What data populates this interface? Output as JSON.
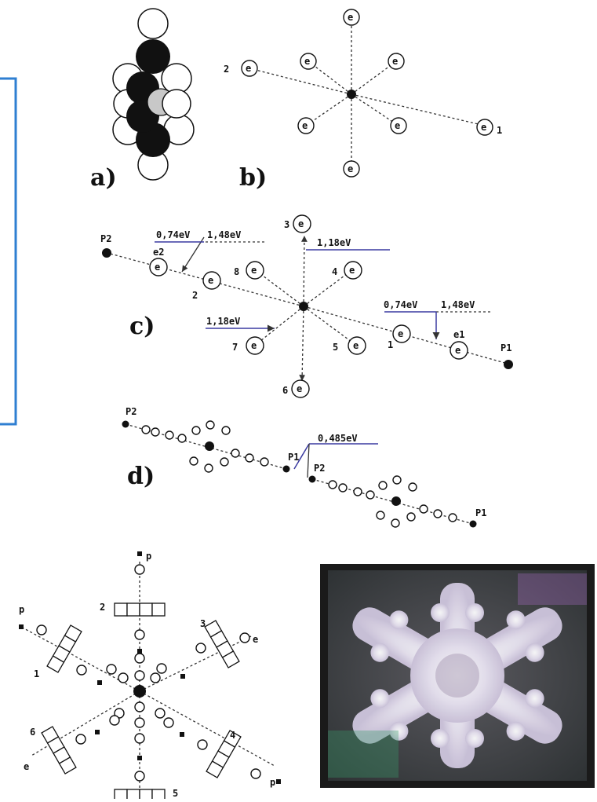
{
  "panels": {
    "a": {
      "label": "a)"
    },
    "b": {
      "label": "b)",
      "electron_symbol": "e",
      "numbers": [
        "1",
        "2"
      ]
    },
    "c": {
      "label": "c)",
      "electron_symbol": "e",
      "energy_left_1": "0,74eV",
      "energy_left_2": "1,48eV",
      "energy_top": "1,18eV",
      "energy_mid": "1,18eV",
      "energy_right_1": "0,74eV",
      "energy_right_2": "1,48eV",
      "proton_left": "P2",
      "proton_right": "P1",
      "e_left": "e2",
      "e_right": "e1",
      "numbers": [
        "1",
        "2",
        "3",
        "4",
        "5",
        "6",
        "7",
        "8"
      ]
    },
    "d": {
      "label": "d)",
      "energy": "0,485eV",
      "protons": [
        "P2",
        "P1",
        "P2",
        "P1"
      ]
    },
    "e": {
      "arm_numbers": [
        "1",
        "2",
        "3",
        "4",
        "5",
        "6"
      ],
      "proton_symbol": "p",
      "electron_symbol": "e"
    },
    "photo": {
      "subject": "snowflake-photograph"
    }
  },
  "colors": {
    "frame_blue": "#2f7fd2",
    "ink": "#111111",
    "gray_fill": "#c8c8c8",
    "arrow_blue": "#3a3aa0"
  }
}
